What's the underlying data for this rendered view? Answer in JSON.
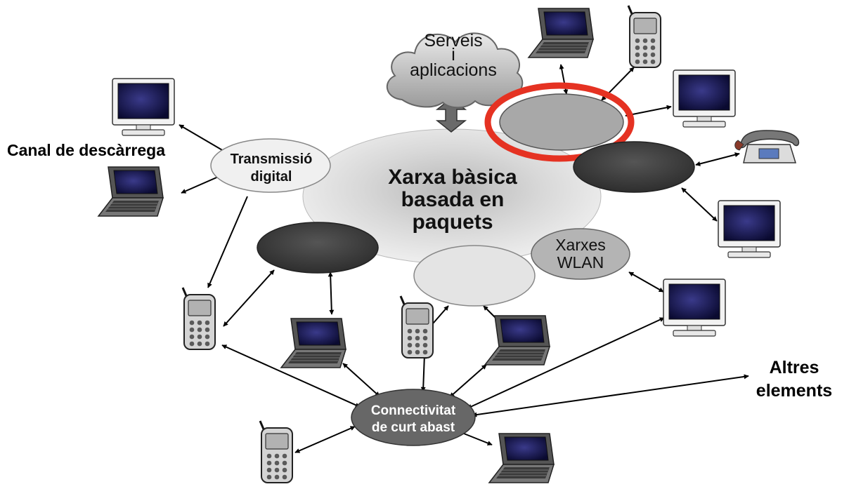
{
  "labels": {
    "services_line1": "Serveis",
    "services_line2": "i",
    "services_line3": "aplicacions",
    "core_line1": "Xarxa bàsica",
    "core_line2": "basada en",
    "core_line3": "paquets",
    "digital_line1": "Transmissió",
    "digital_line2": "digital",
    "wlan_line1": "Xarxes",
    "wlan_line2": "WLAN",
    "short_range_line1": "Connectivitat",
    "short_range_line2": "de curt abast",
    "download_channel": "Canal de descàrrega",
    "other_line1": "Altres",
    "other_line2": "elements"
  },
  "colors": {
    "highlight_ring": "#e53222",
    "dark_network": "#3a3a3a",
    "light_network": "#dcdcdc",
    "mid_network": "#9a9a9a",
    "core_network": "#e0e0e0",
    "short_range_node": "#666666"
  },
  "icons": [
    "cloud-icon",
    "desktop-computer-icon",
    "laptop-icon",
    "mobile-phone-icon",
    "telephone-icon"
  ]
}
